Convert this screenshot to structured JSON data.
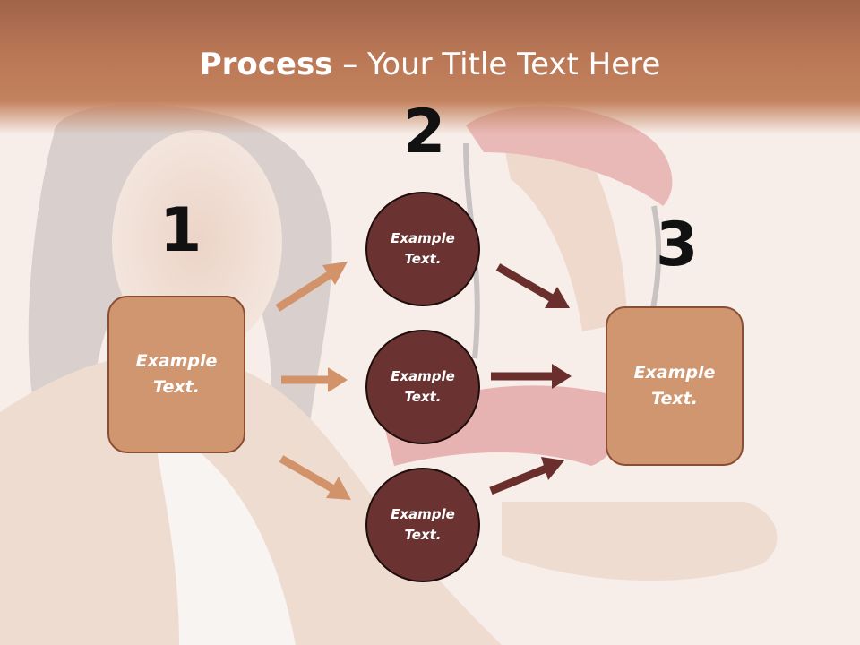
{
  "slide": {
    "title_bold": "Process",
    "title_rest": " – Your Title Text Here"
  },
  "steps": {
    "one": "1",
    "two": "2",
    "three": "3"
  },
  "nodes": {
    "left_box": "Example\nText.",
    "circle_top": "Example\nText.",
    "circle_middle": "Example\nText.",
    "circle_bottom": "Example\nText.",
    "right_box": "Example\nText."
  },
  "colors": {
    "header": "#b97755",
    "box_fill": "#cf9670",
    "circle_fill": "#6a3230",
    "arrow_light": "#d2936a",
    "arrow_dark": "#6a2f2c"
  }
}
